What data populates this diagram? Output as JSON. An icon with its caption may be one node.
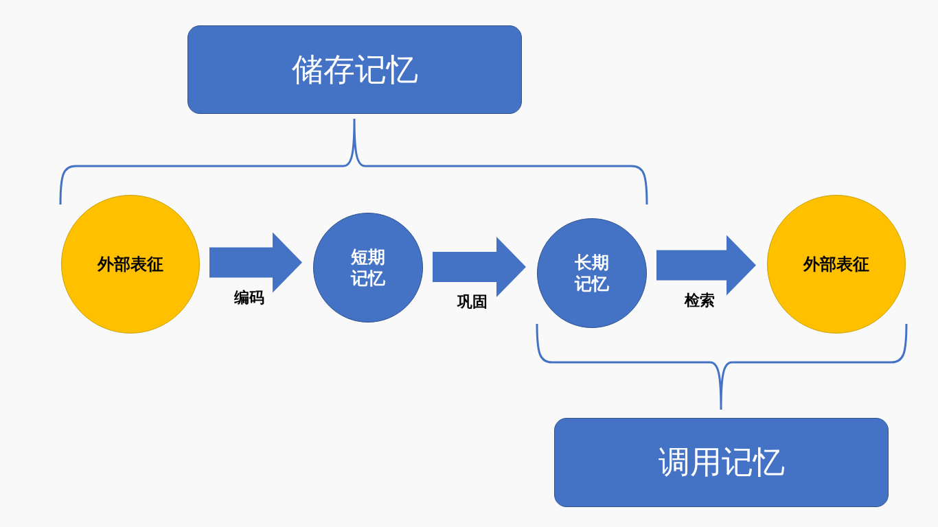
{
  "diagram": {
    "nodes": [
      {
        "text": [
          "储存记忆"
        ]
      },
      {
        "text": [
          "外部表征"
        ]
      },
      {
        "text": [
          "短期记忆"
        ]
      },
      {
        "text": [
          "长期记忆"
        ]
      },
      {
        "text": [
          "外部表征"
        ]
      },
      {
        "text": [
          "调用记忆"
        ]
      }
    ],
    "edges": [
      {
        "from": 1,
        "to": 2,
        "arrow": "to",
        "label": "编码"
      },
      {
        "from": 2,
        "to": 3,
        "arrow": "to",
        "label": "巩固"
      },
      {
        "from": 3,
        "to": 4,
        "arrow": "to",
        "label": "检索"
      }
    ]
  }
}
